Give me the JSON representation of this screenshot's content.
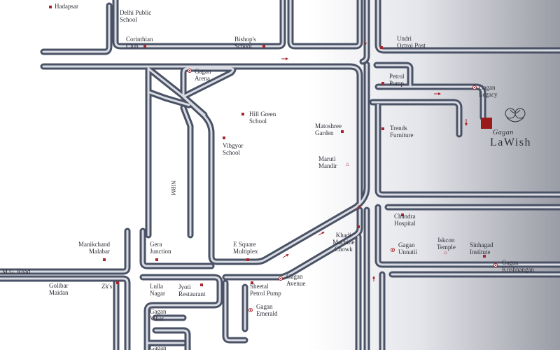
{
  "map": {
    "places": {
      "hadapsar": "Hadapsar",
      "delhi_public_school": "Delhi Public\nSchool",
      "corinthian_club": "Corinthian\nClub",
      "bishops_school": "Bishop's\nSchool",
      "undri_octroi_post": "Undri\nOctroi Post",
      "gagan_arena": "Gagan\nArena",
      "petrol_pump": "Petrol\nPump",
      "gagan_legacy": "Gagan\nLegacy",
      "hill_green_school": "Hill Green\nSchool",
      "matoshree_garden": "Matoshree\nGarden",
      "trends_furniture": "Trends\nFurniture",
      "vibgyor_school": "Vibgyor\nSchool",
      "maruti_mandir": "Maruti\nMandir",
      "nibm": "NIBM",
      "chandra_hospital": "Chandra\nHospital",
      "khadi_machine_chowk": "Khadi\nMachine\nChowk",
      "manikchand_malabar": "Manikchand\nMalabar",
      "gera_junction": "Gera\nJunction",
      "e_square_multiplex": "E Square\nMultiplex",
      "gagan_unnatii": "Gagan\nUnnatii",
      "iskcon_temple": "Iskcon\nTemple",
      "sinhagad_institute": "Sinhagad\nInstitute",
      "gagan_krishnangan": "Gagan\nKrishnangan",
      "mg_road": "M.G. Road",
      "golibar_maidan": "Golibar\nMaidan",
      "zks": "Zk's",
      "lulla_nagar": "Lulla\nNagar",
      "jyoti_restaurant": "Jyoti\nRestaurant",
      "gagan_avenue": "Gagan\nAvenue",
      "sheetal_petrol_pump": "Sheetal\nPetrol Pump",
      "gagan_emerald": "Gagan\nEmerald",
      "gagan_vihar": "Gagan\nVihar",
      "gagan_bottom": "Gagan"
    },
    "project": {
      "brand_small": "Gagan",
      "brand_large": "LaWish"
    },
    "colors": {
      "road": "#4a5266",
      "road_inner": "#d9dce3",
      "marker": "#a8252b",
      "project": "#9b1b1b"
    }
  }
}
